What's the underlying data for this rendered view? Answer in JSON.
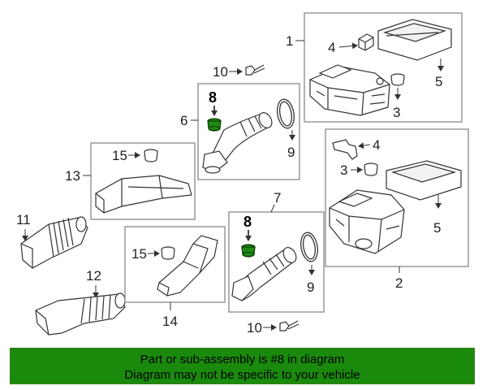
{
  "colors": {
    "highlight": "#1e8c12",
    "banner": "#1a8a0d",
    "line": "#333333",
    "box": "#999999"
  },
  "callouts": {
    "c1": "1",
    "c2": "2",
    "c3a": "3",
    "c3b": "3",
    "c4a": "4",
    "c4b": "4",
    "c5a": "5",
    "c5b": "5",
    "c6": "6",
    "c7": "7",
    "c8a": "8",
    "c8b": "8",
    "c9a": "9",
    "c9b": "9",
    "c10a": "10",
    "c10b": "10",
    "c11": "11",
    "c12": "12",
    "c13": "13",
    "c14": "14",
    "c15a": "15",
    "c15b": "15"
  },
  "banner": {
    "line1": "Part or sub-assembly is #8 in diagram",
    "line2": "Diagram may not be specific to your vehicle"
  }
}
